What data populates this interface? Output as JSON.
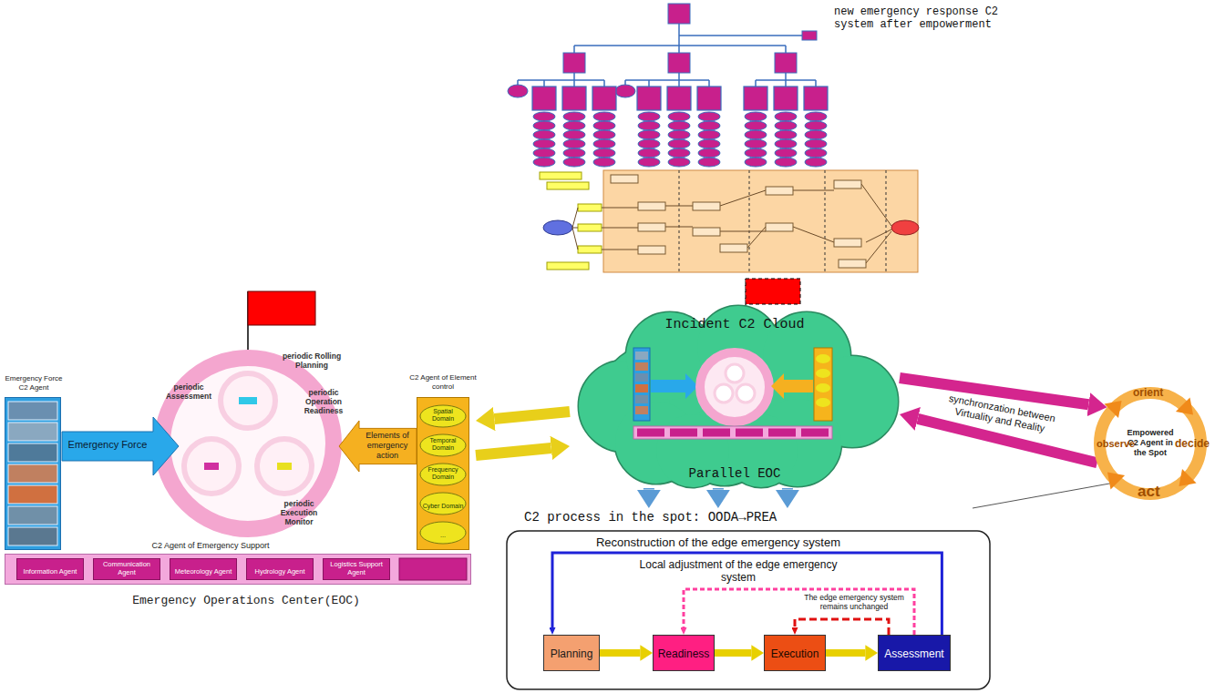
{
  "diagram": {
    "nodes": [
      {
        "text": [
          "Emergency Operations Center(EOC)"
        ]
      },
      {
        "text": [
          "Emergency Force C2 Agent"
        ],
        "in": 0
      },
      {
        "text": [
          "Emergency Force"
        ],
        "in": 0
      },
      {
        "text": [
          "Elements of emergency action"
        ],
        "in": 0
      },
      {
        "text": [
          "C2 Agent of Element control"
        ],
        "in": 0
      },
      {
        "text": [
          "Spatial Domain"
        ],
        "in": 4
      },
      {
        "text": [
          "Temporal Domain"
        ],
        "in": 4
      },
      {
        "text": [
          "Frequency Domain"
        ],
        "in": 4
      },
      {
        "text": [
          "Cyber Domain"
        ],
        "in": 4
      },
      {
        "text": [
          "..."
        ],
        "in": 4
      },
      {
        "text": [
          "C2 Agent of Emergency Support"
        ],
        "in": 0
      },
      {
        "text": [
          "Information Agent"
        ],
        "in": 10
      },
      {
        "text": [
          "Communication Agent"
        ],
        "in": 10
      },
      {
        "text": [
          "Meteorology Agent"
        ],
        "in": 10
      },
      {
        "text": [
          "Hydrology Agent"
        ],
        "in": 10
      },
      {
        "text": [
          "Logistics Support Agent"
        ],
        "in": 10
      },
      {
        "text": [
          "Incident C2 Cloud",
          "Parallel EOC"
        ]
      },
      {
        "text": [
          "C2 process in the spot: OODA→PREA"
        ]
      },
      {
        "text": [
          "Planning"
        ],
        "in": 17
      },
      {
        "text": [
          "Readiness"
        ],
        "in": 17
      },
      {
        "text": [
          "Execution"
        ],
        "in": 17
      },
      {
        "text": [
          "Assessment"
        ],
        "in": 17
      },
      {
        "text": [
          "Empowered C2 Agent in the Spot"
        ]
      }
    ],
    "edges": [
      {
        "from": 0,
        "to": 16,
        "arrow": "to"
      },
      {
        "from": 16,
        "to": 0,
        "arrow": "to"
      },
      {
        "from": 16,
        "to": 22,
        "arrow": "to",
        "label": "synchronzation between Virtuality and Reality"
      },
      {
        "from": 22,
        "to": 16,
        "arrow": "to"
      },
      {
        "from": 16,
        "to": 17,
        "arrow": "to"
      },
      {
        "from": 16,
        "to": 17,
        "arrow": "to"
      },
      {
        "from": 16,
        "to": 17,
        "arrow": "to"
      },
      {
        "from": 18,
        "to": 19,
        "arrow": "to"
      },
      {
        "from": 19,
        "to": 20,
        "arrow": "to"
      },
      {
        "from": 20,
        "to": 21,
        "arrow": "to"
      },
      {
        "from": 21,
        "to": 18,
        "arrow": "to",
        "label": "Reconstruction of the edge emergency system"
      },
      {
        "from": 21,
        "to": 19,
        "arrow": "to",
        "label": "Local adjustment of the edge emergency system"
      },
      {
        "from": 21,
        "to": 20,
        "arrow": "to",
        "label": "The edge emergency system remains unchanged"
      },
      {
        "from": 22,
        "to": 17,
        "arrow": "none"
      }
    ],
    "labels": [
      "new emergency response C2 system after empowerment",
      "periodic Rolling Planning",
      "periodic Operation Readiness",
      "periodic Assessment",
      "periodic Execution Monitor",
      "orient",
      "decide",
      "act",
      "observe"
    ]
  }
}
